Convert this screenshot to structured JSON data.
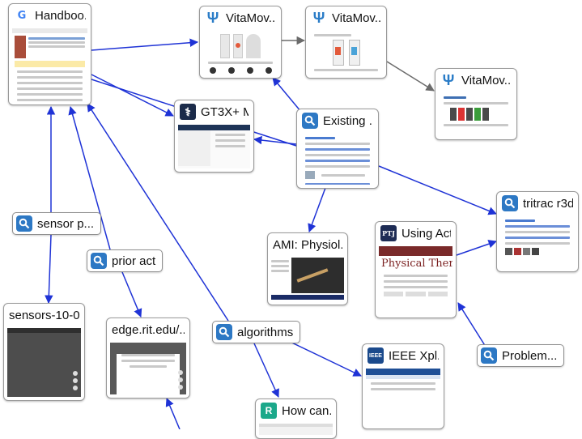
{
  "colors": {
    "edge": "#1f33d6",
    "edge_gray": "#6b6b6b",
    "search_icon_bg": "#2d78c4"
  },
  "nodes": {
    "handbook": {
      "title": "Handboo...",
      "icon": "google-icon"
    },
    "vitamove1": {
      "title": "VitaMov...",
      "icon": "vitamove-icon"
    },
    "vitamove2": {
      "title": "VitaMov...",
      "icon": "vitamove-icon"
    },
    "vitamove3": {
      "title": "VitaMov...",
      "icon": "vitamove-icon"
    },
    "gt3x": {
      "title": "GT3X+ M...",
      "icon": "figure-icon"
    },
    "existing": {
      "title": "Existing ...",
      "icon": "search-icon"
    },
    "tritrac": {
      "title": "tritrac r3d",
      "icon": "search-icon"
    },
    "ami": {
      "title": "AMI: Physiol...",
      "icon": ""
    },
    "using_act": {
      "title": "Using Act...",
      "icon": "ptj-icon",
      "thumb_brand": "Physical Therapy"
    },
    "sensors": {
      "title": "sensors-10-0...",
      "icon": ""
    },
    "edge_rit": {
      "title": "edge.rit.edu/...",
      "icon": ""
    },
    "ieee": {
      "title": "IEEE Xpl...",
      "icon": "ieee-icon"
    },
    "how_can": {
      "title": "How can...",
      "icon": "researchgate-icon"
    }
  },
  "queries": {
    "sensor_p": "sensor p...",
    "prior_act": "prior act",
    "algorithms": "algorithms",
    "problem": "Problem..."
  },
  "favicons": {
    "ptj": "PTJ",
    "ieee": "IEEE",
    "rg": "R",
    "google": "G"
  }
}
